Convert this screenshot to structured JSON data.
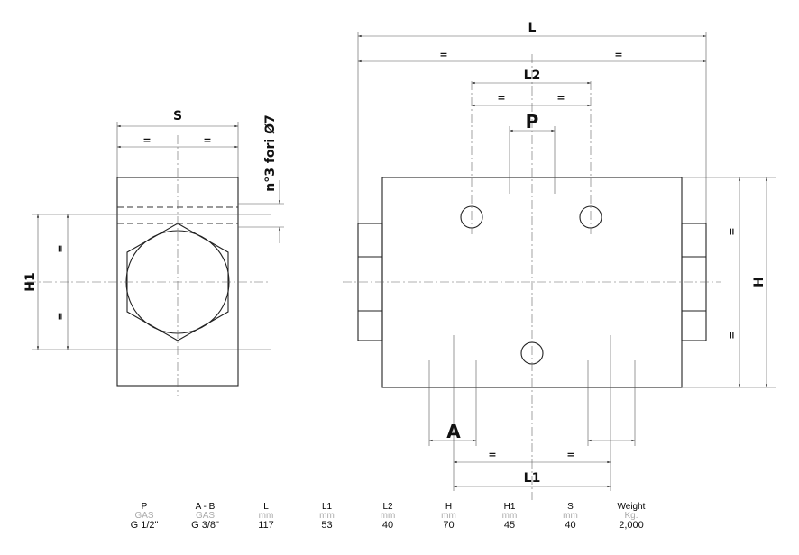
{
  "drawing": {
    "labels": {
      "L": "L",
      "L2": "L2",
      "L1": "L1",
      "P": "P",
      "S": "S",
      "H": "H",
      "H1": "H1",
      "A": "A",
      "eq": "=",
      "holes": "n°3 fori Ø7"
    }
  },
  "table": [
    {
      "name": "P",
      "unit": "GAS",
      "value": "G 1/2\""
    },
    {
      "name": "A - B",
      "unit": "GAS",
      "value": "G 3/8\""
    },
    {
      "name": "L",
      "unit": "mm",
      "value": "117"
    },
    {
      "name": "L1",
      "unit": "mm",
      "value": "53"
    },
    {
      "name": "L2",
      "unit": "mm",
      "value": "40"
    },
    {
      "name": "H",
      "unit": "mm",
      "value": "70"
    },
    {
      "name": "H1",
      "unit": "mm",
      "value": "45"
    },
    {
      "name": "S",
      "unit": "mm",
      "value": "40"
    },
    {
      "name": "Weight",
      "unit": "Kg.",
      "value": "2,000"
    }
  ]
}
